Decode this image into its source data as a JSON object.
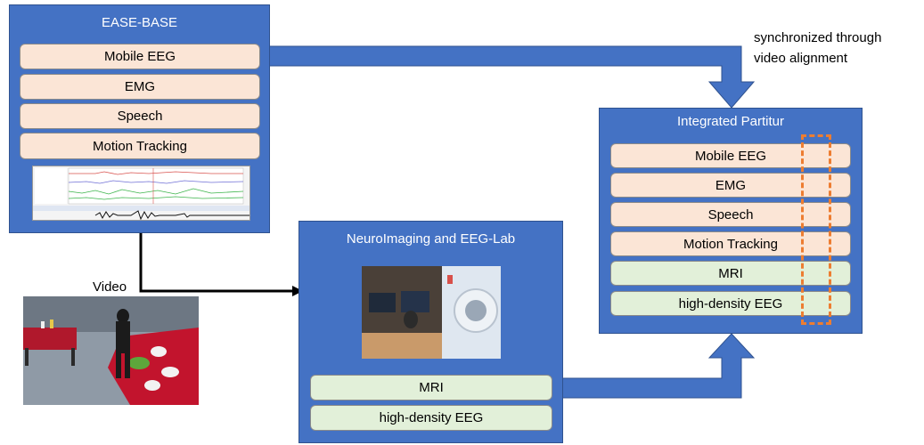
{
  "ease_base": {
    "title": "EASE-BASE",
    "modalities": [
      "Mobile EEG",
      "EMG",
      "Speech",
      "Motion Tracking"
    ]
  },
  "neuroimaging": {
    "title": "NeuroImaging and EEG-Lab",
    "modalities": [
      "MRI",
      "high-density EEG"
    ]
  },
  "integrated": {
    "title": "Integrated Partitur",
    "modalities": [
      "Mobile EEG",
      "EMG",
      "Speech",
      "Motion Tracking",
      "MRI",
      "high-density EEG"
    ]
  },
  "annotations": {
    "sync": [
      "synchronized through",
      "video alignment"
    ],
    "video": "Video"
  },
  "colors": {
    "panel_blue": "#4472c4",
    "peach": "#fbe5d6",
    "green": "#e2f0d9",
    "highlight_orange": "#ed7d31"
  }
}
